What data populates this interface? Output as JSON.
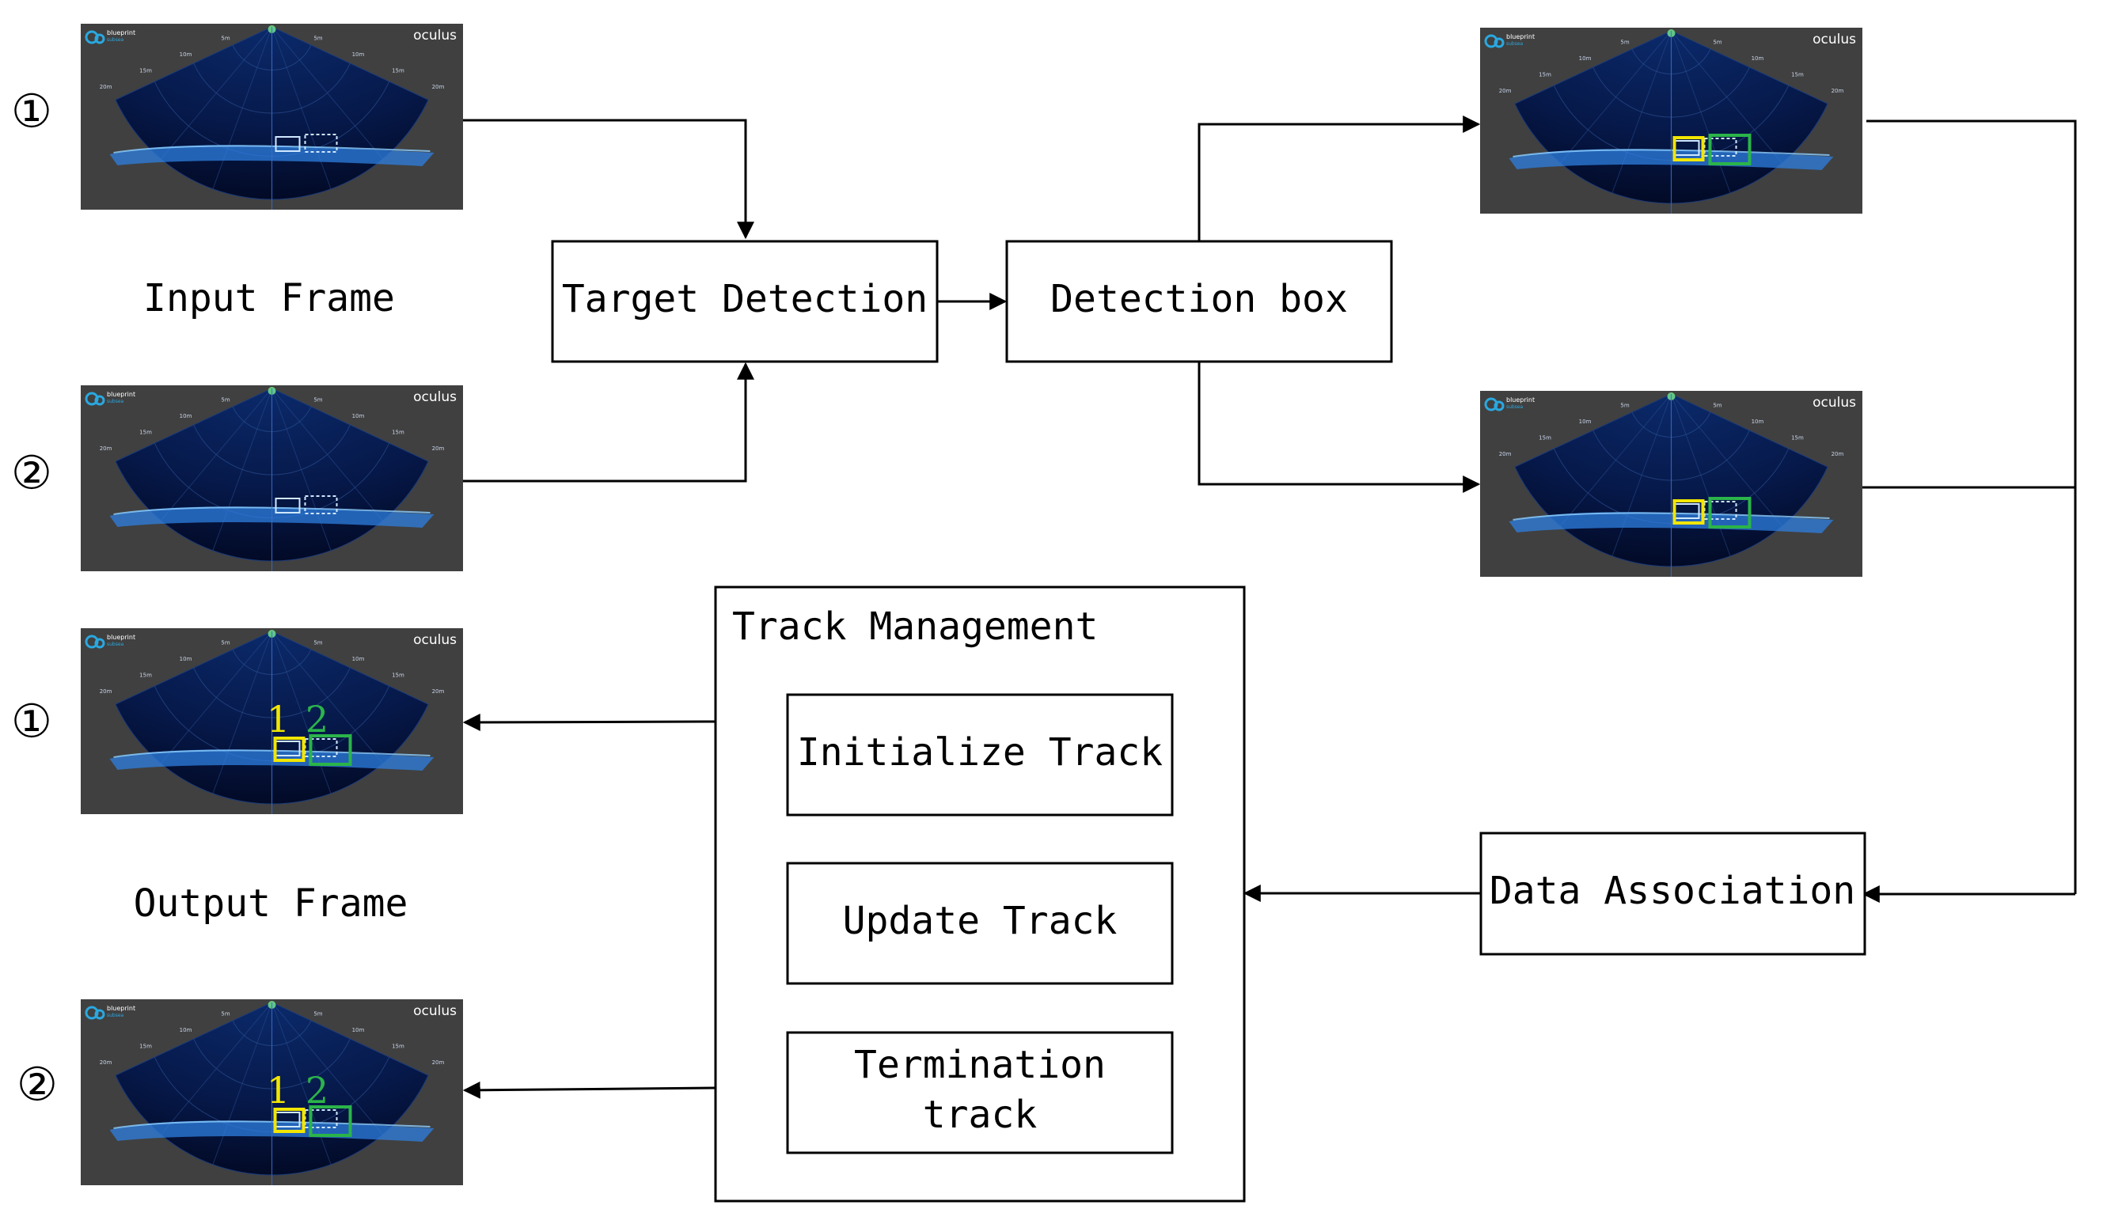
{
  "markers": {
    "one": "①",
    "two": "②"
  },
  "labels": {
    "input_frame": "Input Frame",
    "output_frame": "Output Frame"
  },
  "boxes": {
    "target_detection": "Target Detection",
    "detection_box": "Detection box",
    "track_management": "Track Management",
    "initialize_track": "Initialize Track",
    "update_track": "Update Track",
    "termination_track_line1": "Termination",
    "termination_track_line2": "track",
    "data_association": "Data Association"
  },
  "sonar": {
    "logo_left": "blueprint",
    "logo_left_sub": "subsea",
    "logo_right": "oculus",
    "range_labels": [
      "5m",
      "10m",
      "15m",
      "20m"
    ]
  },
  "track_ids": {
    "id1": "1",
    "id2": "2"
  },
  "colors": {
    "yellow_box": "#f2e600",
    "green_box": "#2bb44a",
    "sonar_bg": "#404040",
    "sonar_fan": "#020c2a",
    "sonar_echo": "#2e7fe0"
  }
}
